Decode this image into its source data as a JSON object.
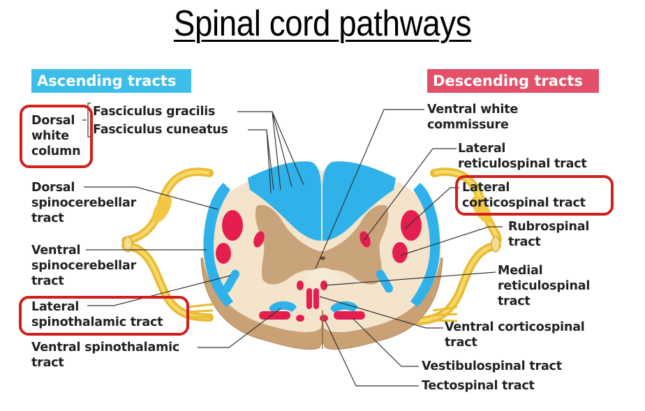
{
  "title": "Spinal cord pathways",
  "colors": {
    "ascending": "#3dbde9",
    "descending": "#e4506a",
    "highlight": "#d0201c",
    "white_matter": "#f3e4cb",
    "gray_matter": "#c9a37a",
    "nerve_root": "#f2c744"
  },
  "legend": {
    "ascending": "Ascending tracts",
    "descending": "Descending tracts"
  },
  "ascending_labels": {
    "dorsal_white_column": [
      "Dorsal",
      "white",
      "column"
    ],
    "fasciculus_gracilis": "Fasciculus gracilis",
    "fasciculus_cuneatus": "Fasciculus cuneatus",
    "dorsal_spinocerebellar": [
      "Dorsal",
      "spinocerebellar",
      "tract"
    ],
    "ventral_spinocerebellar": [
      "Ventral",
      "spinocerebellar",
      "tract"
    ],
    "lateral_spinothalamic": [
      "Lateral",
      "spinothalamic tract"
    ],
    "ventral_spinothalamic": [
      "Ventral spinothalamic",
      "tract"
    ]
  },
  "descending_labels": {
    "ventral_white_commissure": [
      "Ventral white",
      "commissure"
    ],
    "lateral_reticulospinal": [
      "Lateral",
      "reticulospinal tract"
    ],
    "lateral_corticospinal": [
      "Lateral",
      "corticospinal tract"
    ],
    "rubrospinal": [
      "Rubrospinal",
      "tract"
    ],
    "medial_reticulospinal": [
      "Medial",
      "reticulospinal",
      "tract"
    ],
    "ventral_corticospinal": [
      "Ventral corticospinal",
      "tract"
    ],
    "vestibulospinal": "Vestibulospinal tract",
    "tectospinal": "Tectospinal tract"
  },
  "highlighted": [
    "Dorsal white column",
    "Lateral spinothalamic tract",
    "Lateral corticospinal tract"
  ]
}
